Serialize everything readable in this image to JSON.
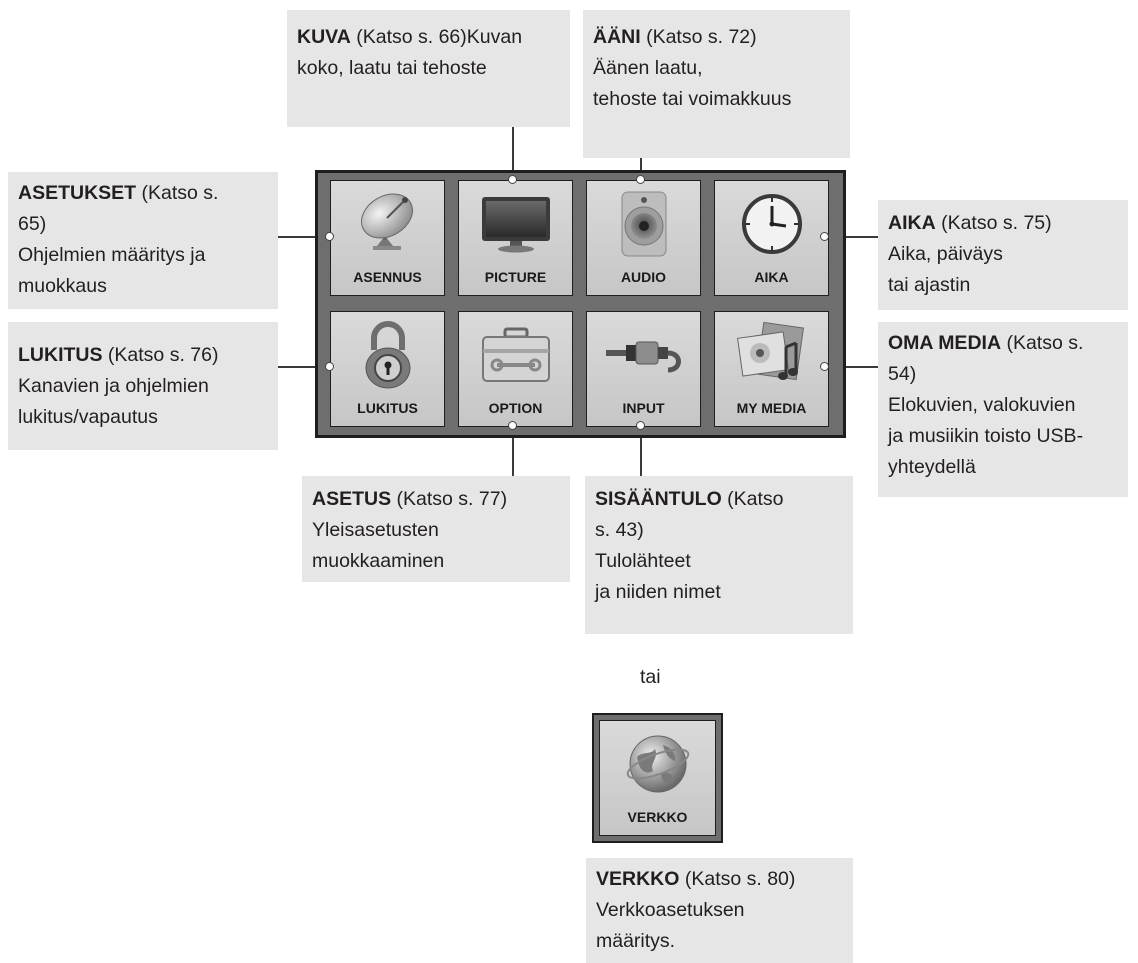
{
  "callouts": {
    "kuva": {
      "heading": "KUVA",
      "rest": " (Katso s. 66)Kuvan",
      "line2": "koko, laatu tai tehoste"
    },
    "aani": {
      "heading": "ÄÄNI",
      "rest": " (Katso s. 72)",
      "line2": "Äänen laatu,",
      "line3": "tehoste tai voimakkuus"
    },
    "asetukset": {
      "heading": "ASETUKSET",
      "rest": " (Katso s.",
      "line2": "65)",
      "line3": "Ohjelmien määritys ja",
      "line4": "muokkaus"
    },
    "aika": {
      "heading": "AIKA",
      "rest": " (Katso s. 75)",
      "line2": "Aika, päiväys",
      "line3": "tai ajastin"
    },
    "lukitus": {
      "heading": "LUKITUS",
      "rest": " (Katso s. 76)",
      "line2": "Kanavien ja ohjelmien",
      "line3": "lukitus/vapautus"
    },
    "omamedia": {
      "heading": "OMA MEDIA",
      "rest": " (Katso s.",
      "line2": "54)",
      "line3": "Elokuvien, valokuvien",
      "line4": "ja musiikin toisto USB-",
      "line5": "yhteydellä"
    },
    "asetus": {
      "heading": "ASETUS",
      "rest": " (Katso s. 77)",
      "line2": "Yleisasetusten",
      "line3": "muokkaaminen"
    },
    "sisaantulo": {
      "heading": "SISÄÄNTULO",
      "rest": " (Katso",
      "line2": "s. 43)",
      "line3": "Tulolähteet",
      "line4": "ja niiden nimet"
    },
    "verkko": {
      "heading": "VERKKO",
      "rest": " (Katso s. 80)",
      "line2": "Verkkoasetuksen",
      "line3": "määritys."
    }
  },
  "tiles": {
    "asennus": {
      "label": "ASENNUS",
      "icon": "satellite-dish-icon"
    },
    "picture": {
      "label": "PICTURE",
      "icon": "tv-monitor-icon"
    },
    "audio": {
      "label": "AUDIO",
      "icon": "speaker-icon"
    },
    "aika": {
      "label": "AIKA",
      "icon": "clock-icon"
    },
    "lukitus": {
      "label": "LUKITUS",
      "icon": "padlock-icon"
    },
    "option": {
      "label": "OPTION",
      "icon": "toolbox-icon"
    },
    "input": {
      "label": "INPUT",
      "icon": "cable-plug-icon"
    },
    "mymedia": {
      "label": "MY MEDIA",
      "icon": "media-collage-icon"
    },
    "verkko": {
      "label": "VERKKO",
      "icon": "globe-icon"
    }
  },
  "or_text": "tai",
  "colors": {
    "callout_bg": "#e6e6e6",
    "panel_bg": "#6e6e6e",
    "tile_bg": "#d0d0d0"
  }
}
